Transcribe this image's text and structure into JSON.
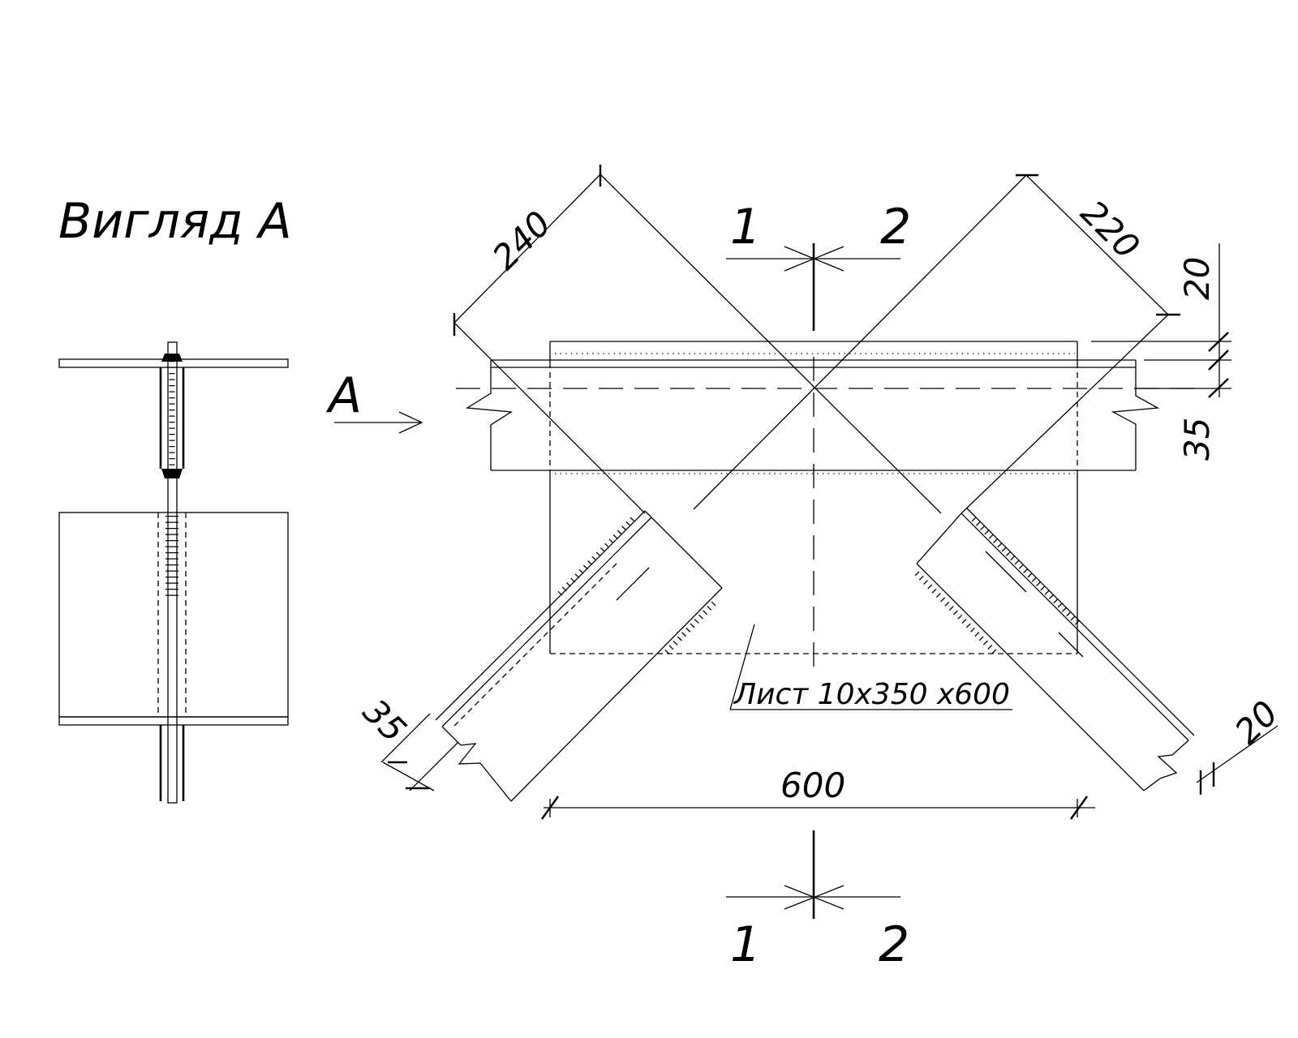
{
  "view_title": "Вигляд А",
  "view_arrow_label": "А",
  "section_labels": {
    "top_left": "1",
    "top_right": "2",
    "bottom_left": "1",
    "bottom_right": "2"
  },
  "dimensions": {
    "diag_left": "240",
    "diag_right": "220",
    "right_top_20": "20",
    "right_35": "35",
    "bottom_left_35": "35",
    "bottom_right_20": "20",
    "width_600": "600"
  },
  "plate_note": "Лист  10x350 x600"
}
